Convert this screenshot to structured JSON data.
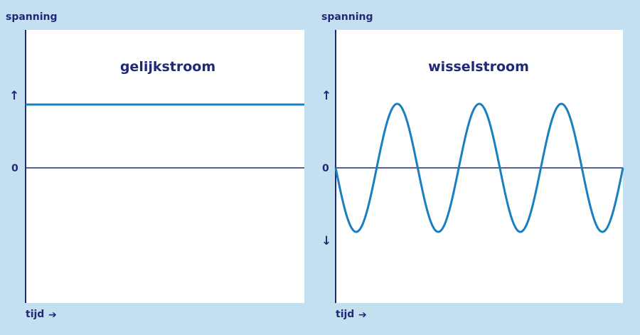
{
  "colors": {
    "background": "#c4dff0",
    "panel": "#ffffff",
    "axis": "#1e2a78",
    "signal": "#1a7fc1",
    "text": "#1e2a78"
  },
  "left": {
    "ylabel": "spanning",
    "title": "gelijkstroom",
    "zero": "0",
    "up_arrow": "↑",
    "xlabel": "tijd",
    "x_arrow": "➔"
  },
  "right": {
    "ylabel": "spanning",
    "title": "wisselstroom",
    "zero": "0",
    "up_arrow": "↑",
    "down_arrow": "↓",
    "xlabel": "tijd",
    "x_arrow": "➔"
  },
  "chart_data": [
    {
      "type": "line",
      "title": "gelijkstroom",
      "xlabel": "tijd",
      "ylabel": "spanning",
      "series": [
        {
          "shape": "constant",
          "level": 1
        }
      ]
    },
    {
      "type": "line",
      "title": "wisselstroom",
      "xlabel": "tijd",
      "ylabel": "spanning",
      "series": [
        {
          "shape": "sine",
          "cycles": 3.5,
          "amplitude": 1,
          "start_direction": "down"
        }
      ]
    }
  ]
}
